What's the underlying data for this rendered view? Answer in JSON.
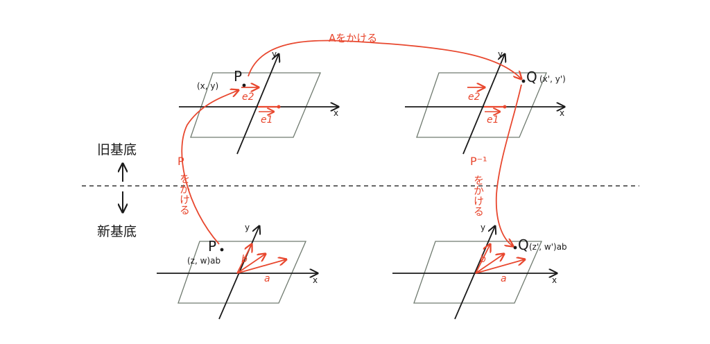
{
  "labels": {
    "old_basis": "旧基底",
    "new_basis": "新基底",
    "top_arrow": "Aをかける",
    "left_arrow": "Pをかける",
    "right_arrow_power": "P⁻¹",
    "right_arrow_text": "をかける"
  },
  "panels": {
    "top_left": {
      "point": "P",
      "coords": "(x, y)",
      "axis_x": "x",
      "axis_y": "y",
      "vec1": "e1",
      "vec2": "e2"
    },
    "top_right": {
      "point": "Q",
      "coords": "(x', y')",
      "axis_x": "x",
      "axis_y": "y",
      "vec1": "e1",
      "vec2": "e2"
    },
    "bottom_left": {
      "point": "P",
      "coords": "(z, w)ab",
      "axis_x": "x",
      "axis_y": "y",
      "vec1": "a",
      "vec2": "b"
    },
    "bottom_right": {
      "point": "Q",
      "coords": "(z', w')ab",
      "axis_x": "x",
      "axis_y": "y",
      "vec1": "a",
      "vec2": "b"
    }
  },
  "colors": {
    "accent": "#e8472e",
    "plane": "#6f7a6f",
    "ink": "#1a1a1a"
  }
}
